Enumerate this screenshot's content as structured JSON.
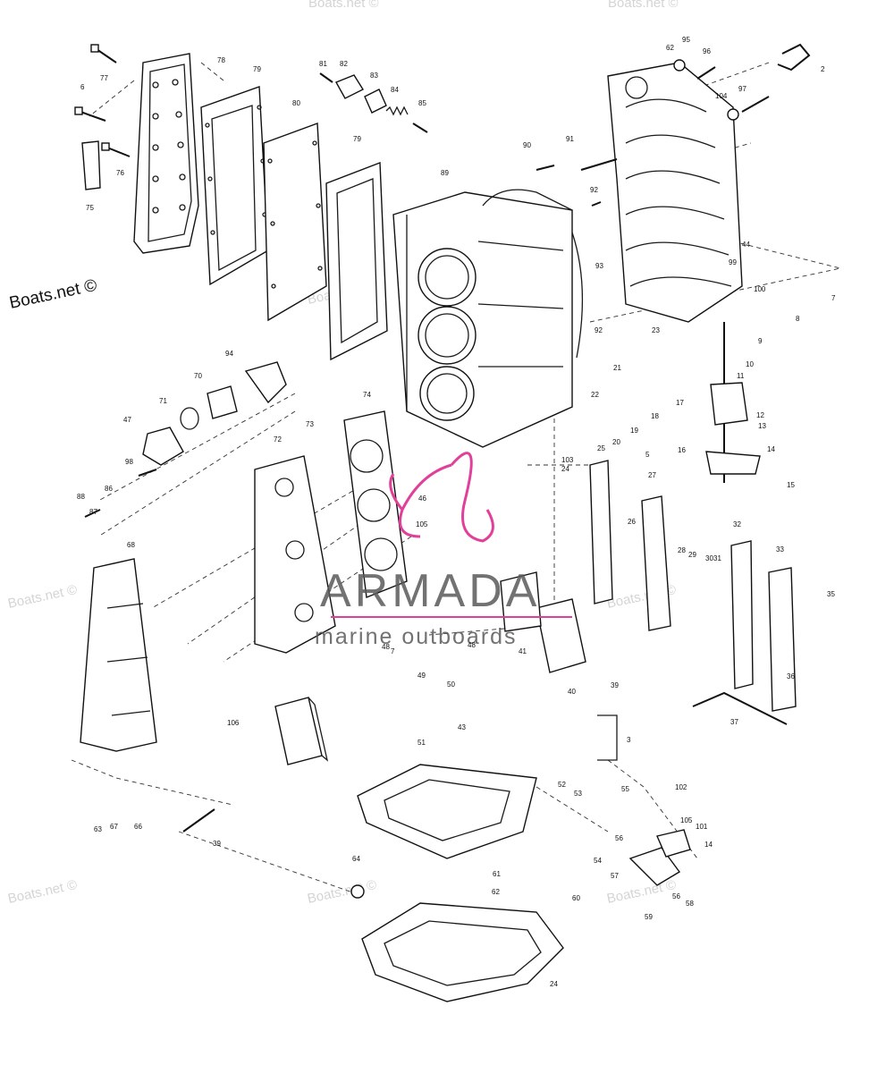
{
  "watermarks": {
    "site_label": "Boats.net ©",
    "faint_label": "Boats.net ©"
  },
  "logo": {
    "brand": "ARMADA",
    "tagline": "marine outboards",
    "accent_color": "#e0409a"
  },
  "callouts": [
    "77",
    "6",
    "78",
    "79",
    "80",
    "79",
    "76",
    "75",
    "81",
    "82",
    "83",
    "84",
    "85",
    "62",
    "95",
    "96",
    "2",
    "104",
    "97",
    "90",
    "91",
    "89",
    "92",
    "93",
    "44",
    "99",
    "100",
    "7",
    "8",
    "9",
    "92",
    "23",
    "10",
    "11",
    "21",
    "22",
    "17",
    "18",
    "12",
    "13",
    "19",
    "16",
    "20",
    "5",
    "14",
    "15",
    "94",
    "70",
    "71",
    "47",
    "98",
    "73",
    "72",
    "74",
    "25",
    "27",
    "103",
    "24",
    "46",
    "105",
    "88",
    "86",
    "87",
    "68",
    "26",
    "32",
    "28",
    "29",
    "30",
    "31",
    "33",
    "35",
    "48",
    "7",
    "48",
    "49",
    "50",
    "41",
    "40",
    "39",
    "43",
    "36",
    "37",
    "106",
    "3",
    "51",
    "52",
    "53",
    "55",
    "102",
    "105",
    "101",
    "14",
    "56",
    "54",
    "57",
    "56",
    "58",
    "59",
    "61",
    "62",
    "60",
    "64",
    "24",
    "63",
    "67",
    "66",
    "39",
    "63"
  ]
}
